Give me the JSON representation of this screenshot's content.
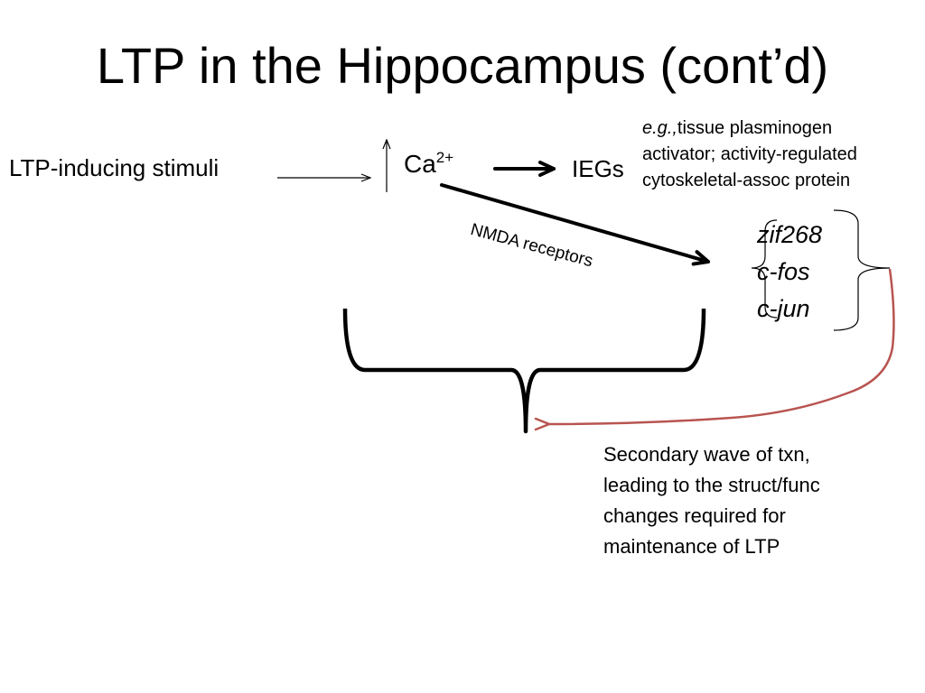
{
  "title": "LTP in the Hippocampus (cont’d)",
  "labels": {
    "stimuli": "LTP-inducing stimuli",
    "calcium": "Ca",
    "calcium_charge": "2+",
    "iegs": "IEGs",
    "nmda": "NMDA receptors"
  },
  "example": {
    "prefix": "e.g.,",
    "line1": "tissue plasminogen",
    "line2": "activator; activity-regulated",
    "line3": "cytoskeletal-assoc protein"
  },
  "genes": [
    "zif268",
    "c-fos",
    "c-jun"
  ],
  "secondary_wave": [
    "Secondary wave of txn,",
    "leading to the struct/func",
    "changes required for",
    "maintenance of LTP"
  ],
  "colors": {
    "text": "#000000",
    "curve_arrow": "#b85450"
  }
}
